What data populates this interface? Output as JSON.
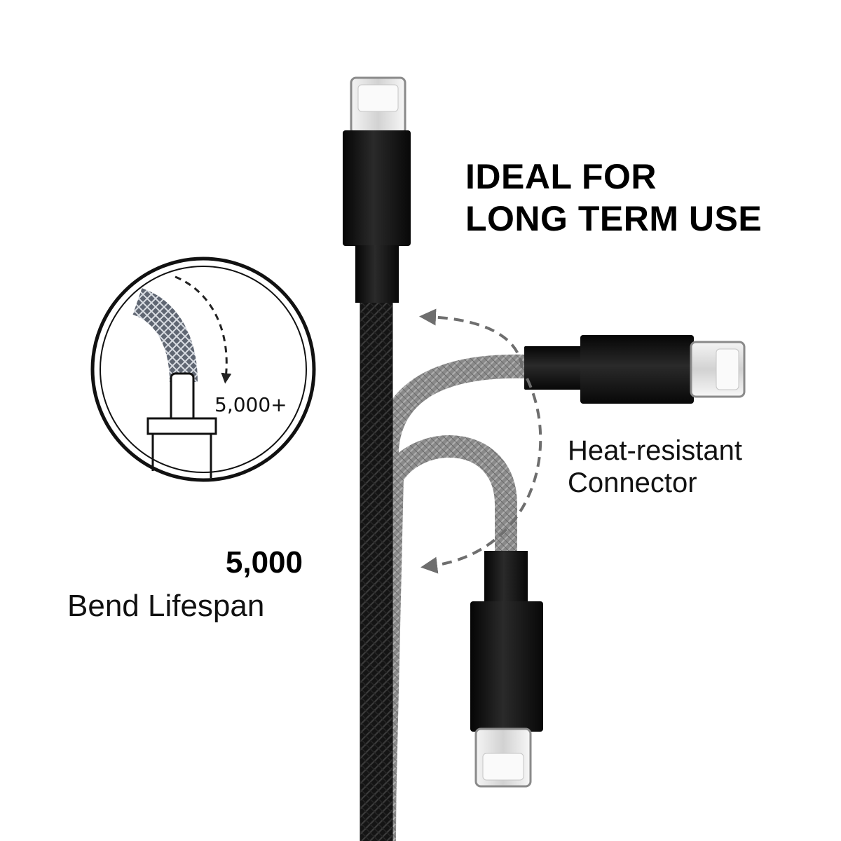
{
  "headline": {
    "line1": "IDEAL FOR",
    "line2": "LONG TERM USE"
  },
  "connector_feature": {
    "line1": "Heat-resistant",
    "line2": "Connector"
  },
  "bend_spec": {
    "count": "5,000",
    "label": "Bend Lifespan",
    "inset_cycles": "5,000+"
  },
  "colors": {
    "cable_black": "#151515",
    "cable_gray": "#8c8c8c",
    "connector_black": "#111111",
    "arrow_gray": "#6e6e6e",
    "background": "#ffffff"
  },
  "icons": [
    "lightning-connector-icon",
    "curved-arrow-icon",
    "bend-test-inset-icon"
  ]
}
